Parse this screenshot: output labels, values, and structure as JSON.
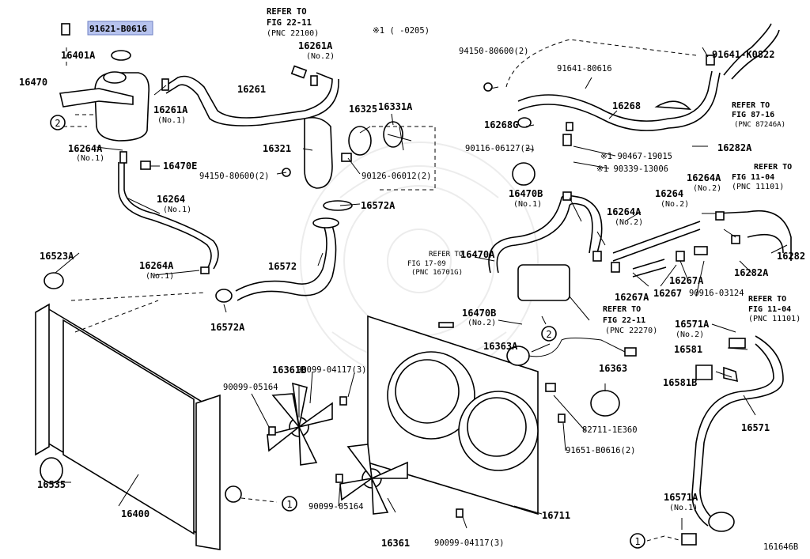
{
  "labels": {
    "p0": "91621-B0616",
    "p1": "16401A",
    "p2": "16470",
    "p3": "16261A",
    "p4": "16264A",
    "p5": "16470E",
    "p6": "16264",
    "p7": "16264A",
    "p8": "16523A",
    "p9": "16261A",
    "p10": "16261",
    "p11": "16325",
    "p12": "16331A",
    "p13": "16321",
    "p14": "16572A",
    "p15": "16572",
    "p16": "16572A",
    "p17": "16535",
    "p18": "16400",
    "p19": "16361B",
    "p20": "16361",
    "p21": "16363A",
    "p22": "16363",
    "p23": "16711",
    "p24": "16470A",
    "p25": "16470B",
    "p26": "16470B",
    "p27": "16268",
    "p28": "16268G",
    "p29": "16282A",
    "p30": "16264A",
    "p31": "16264",
    "p32": "16264A",
    "p33": "16282",
    "p34": "16267A",
    "p35": "16282A",
    "p36": "16267A",
    "p37": "16267",
    "p38": "16571A",
    "p39": "16581",
    "p40": "16581B",
    "p41": "16571",
    "p42": "16571A",
    "p43": "91641-K0822"
  },
  "sublabels": {
    "s1": "(No.2)",
    "s2": "(No.1)",
    "s3": "(No.1)",
    "s4": "(No.1)",
    "s5": "(No.1)",
    "s6": "(No.1)",
    "s7": "(No.2)",
    "s8": "(No.2)",
    "s9": "(No.2)",
    "s10": "(No.2)",
    "s11": "(No.2)",
    "s12": "(No.1)"
  },
  "numbers": {
    "n1": "94150-80600(2)",
    "n2": "91641-80616",
    "n3": "",
    "n4": "90116-06127(2)",
    "n5": "94150-80600(2)",
    "n6": "90126-06012(2)",
    "n7": "※1 90467-19015",
    "n8": "※1 90339-13006",
    "n9": "90916-03124",
    "n10": "90099-04117(3)",
    "n11": "90099-05164",
    "n12": "82711-1E360",
    "n13": "91651-B0616(2)",
    "n14": "90099-05164",
    "n15": "90099-04117(3)",
    "n16": "※1 (     -0205)",
    "n17": "161646B"
  },
  "refs": {
    "r1": {
      "a": "REFER TO",
      "b": "FIG 22-11",
      "c": "(PNC 22100)"
    },
    "r2": {
      "a": "REFER TO",
      "b": "FIG 87-16",
      "c": "(PNC 87246A)"
    },
    "r3": {
      "a": "REFER TO",
      "b": "FIG 11-04",
      "c": "(PNC 11101)"
    },
    "r4": {
      "a": "REFER TO",
      "b": "FIG 17-09",
      "c": "(PNC 16701G)"
    },
    "r5": {
      "a": "REFER TO",
      "b": "FIG 22-11",
      "c": "(PNC 22270)"
    },
    "r6": {
      "a": "REFER TO",
      "b": "FIG 11-04",
      "c": "(PNC 11101)"
    }
  },
  "callouts": {
    "c2a": "2",
    "c2b": "2",
    "c1a": "1",
    "c1b": "1"
  },
  "colors": {
    "highlight": "#b7c3ee",
    "line": "#000000",
    "background": "#ffffff"
  }
}
